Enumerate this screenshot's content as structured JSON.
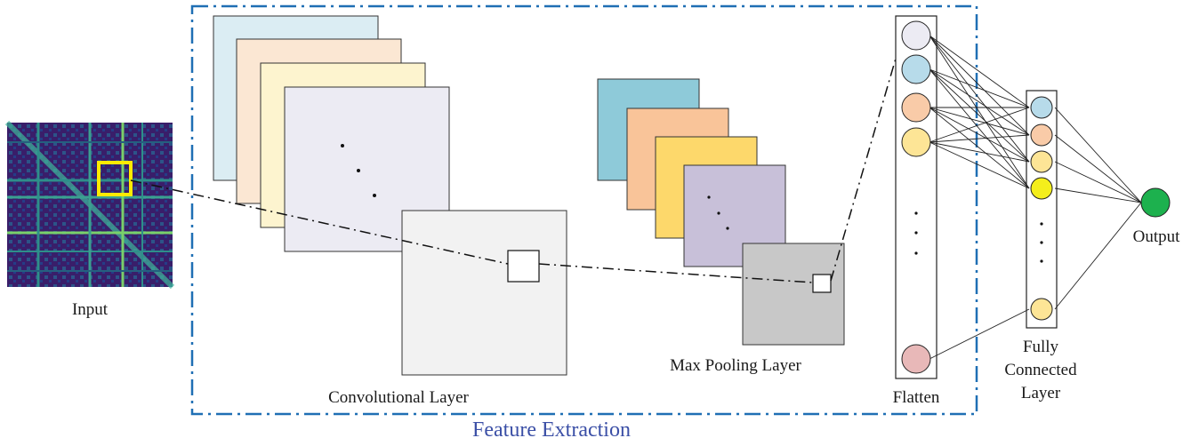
{
  "labels": {
    "input": "Input",
    "convolutional_layer": "Convolutional Layer",
    "max_pooling_layer": "Max Pooling Layer",
    "flatten": "Flatten",
    "fully_connected": [
      "Fully",
      "Connected",
      "Layer"
    ],
    "output": "Output",
    "feature_extraction": "Feature Extraction"
  },
  "colors": {
    "feature_box_border": "#1f6fb4",
    "accent_text": "#3b4fa6",
    "highlight_square": "#ffea00",
    "conv_layers": [
      "#dbedf3",
      "#fbe7d3",
      "#fdf4cf",
      "#ecebf3",
      "#f2f2f2"
    ],
    "pool_layers": [
      "#8ecad9",
      "#f9c499",
      "#fdd86b",
      "#c8c0d9",
      "#c8c8c8"
    ],
    "flatten_nodes": [
      "#ecebf3",
      "#b7dbea",
      "#f9cba8",
      "#fde596",
      "#e8b8b8"
    ],
    "fc_nodes": [
      "#b7dbea",
      "#f9cba8",
      "#fde596",
      "#f4ee1c",
      "#fde596"
    ],
    "output_node": "#1db14e"
  }
}
